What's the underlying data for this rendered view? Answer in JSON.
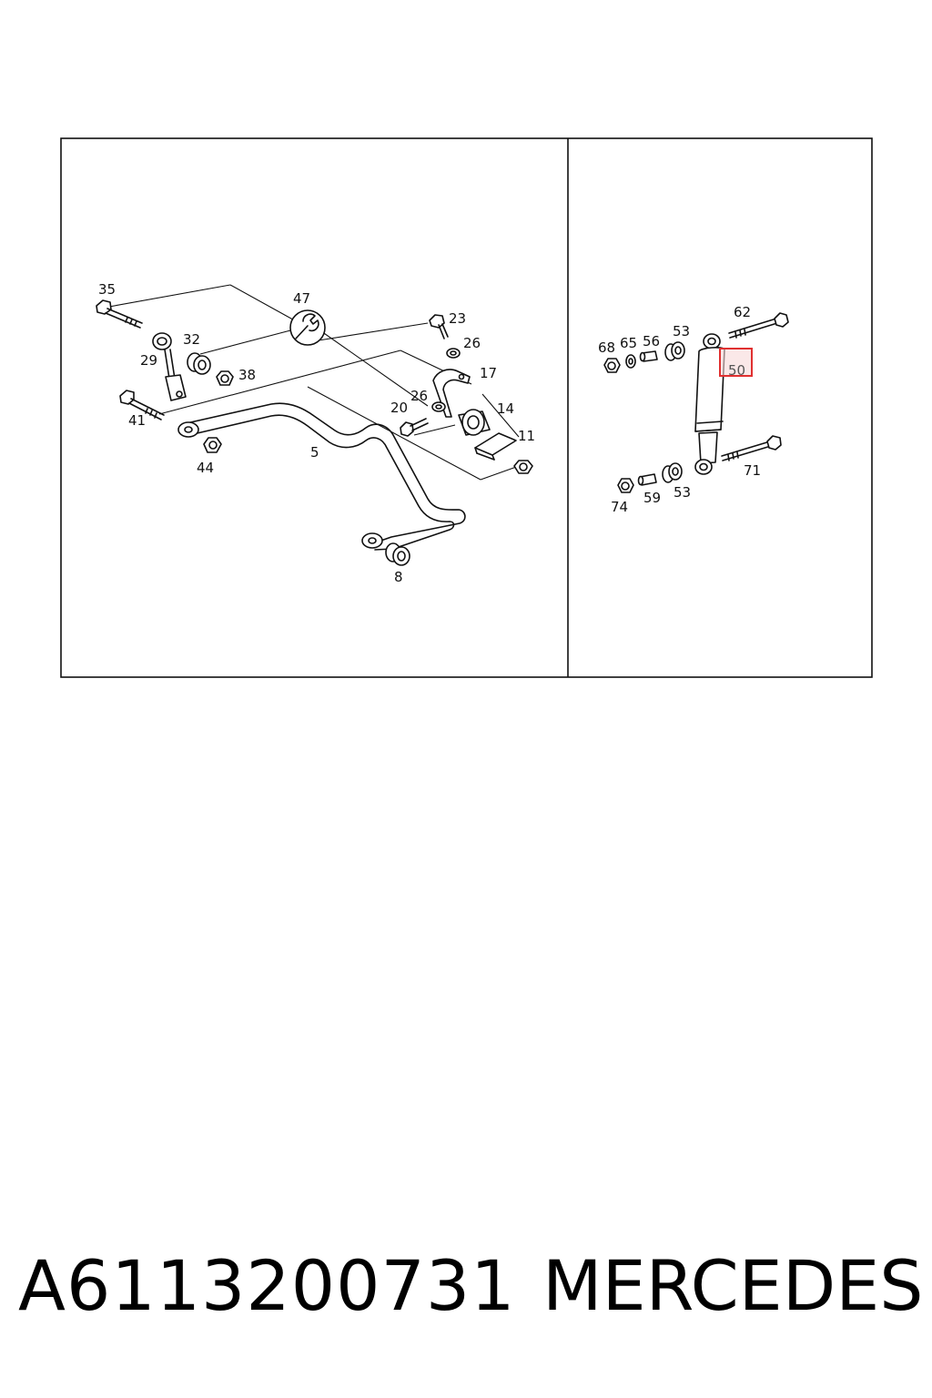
{
  "diagram": {
    "left_panel": {
      "callouts": {
        "c35": "35",
        "c47": "47",
        "c23": "23",
        "c26a": "26",
        "c32": "32",
        "c29": "29",
        "c38": "38",
        "c17": "17",
        "c41": "41",
        "c26b": "26",
        "c20": "20",
        "c14": "14",
        "c11": "11",
        "c44": "44",
        "c5": "5",
        "c8": "8"
      },
      "icons": [
        "wrench-icon"
      ]
    },
    "right_panel": {
      "callouts": {
        "c68": "68",
        "c65": "65",
        "c56": "56",
        "c53a": "53",
        "c62": "62",
        "c50": "50",
        "c71": "71",
        "c74": "74",
        "c59": "59",
        "c53b": "53"
      },
      "highlighted_callout": "50",
      "highlight_color": "#e03030"
    }
  },
  "footer": {
    "part_number": "A6113200731",
    "brand": "MERCEDES"
  }
}
